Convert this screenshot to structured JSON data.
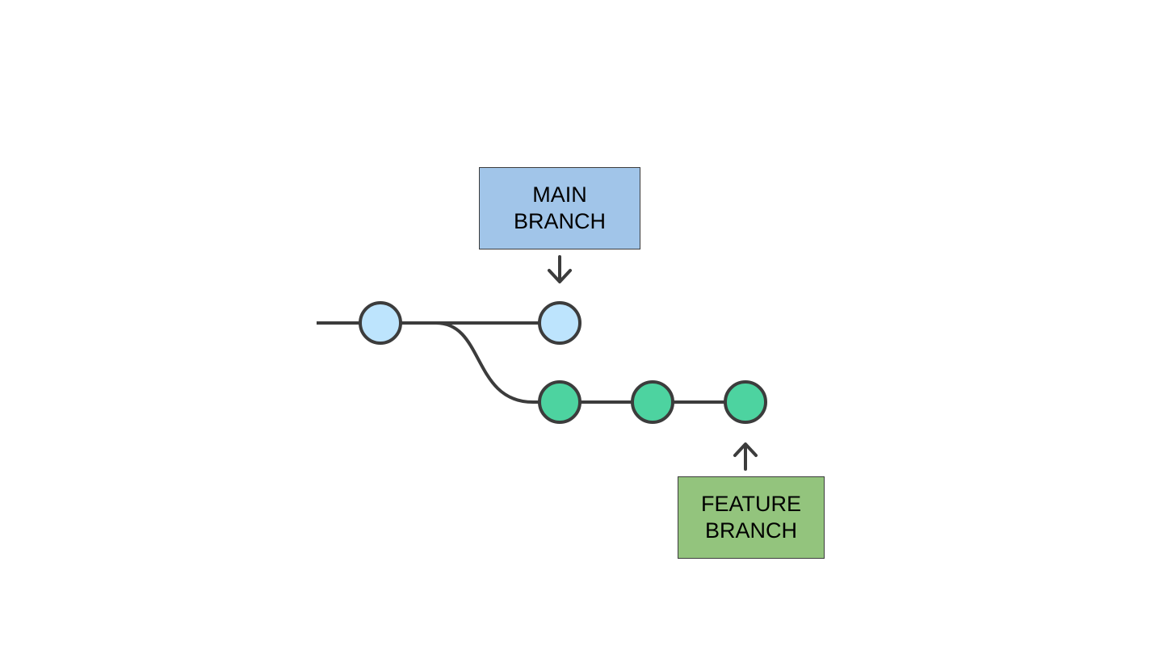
{
  "labels": {
    "main_branch": {
      "line1": "MAIN",
      "line2": "BRANCH",
      "fill_color": "#a1c5e9"
    },
    "feature_branch": {
      "line1": "FEATURE",
      "line2": "BRANCH",
      "fill_color": "#93c47d"
    }
  },
  "colors": {
    "line": "#3c3c3c",
    "main_commit": "#bde4fd",
    "feature_commit": "#4dd3a0",
    "background": "#ffffff"
  },
  "icons": [
    "arrow-down-icon",
    "arrow-up-icon"
  ],
  "commits": {
    "main": 2,
    "feature": 3
  }
}
